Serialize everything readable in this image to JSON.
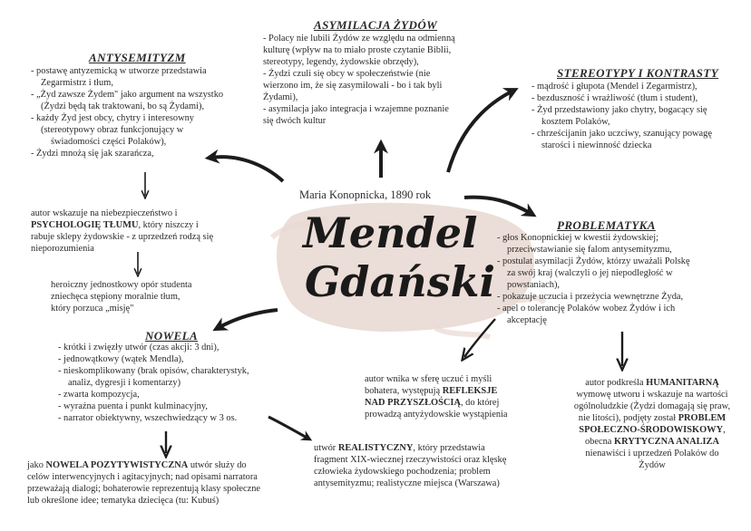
{
  "center": {
    "author_line": "Maria Konopnicka, 1890 rok",
    "title_line1": "Mendel",
    "title_line2": "Gdański",
    "blob_color": "#e9d9d3"
  },
  "antysemityzm": {
    "title": "ANTYSEMITYZM",
    "items": [
      "- postawę antyzemicką w utworze przedstawia",
      "Zegarmistrz i tłum,",
      "- „Żyd zawsze Żydem\" jako argument na wszystko",
      "(Żydzi będą tak traktowani, bo są Żydami),",
      "- każdy Żyd jest obcy, chytry i interesowny",
      "(stereotypowy obraz funkcjonujący w",
      "świadomości części Polaków),",
      "- Żydzi mnożą się jak szarańcza,"
    ]
  },
  "asymilacja": {
    "title": "ASYMILACJA ŻYDÓW",
    "items": [
      "- Polacy nie lubili Żydów ze względu na odmienną",
      "kulturę (wpływ na to miało proste czytanie Biblii,",
      "stereotypy, legendy, żydowskie obrzędy),",
      "- Żydzi czuli się obcy w społeczeństwie (nie",
      "wierzono im, że się zasymilowali - bo i tak byli",
      "Żydami),",
      "- asymilacja jako integracja i wzajemne poznanie",
      "się dwóch kultur"
    ]
  },
  "stereotypy": {
    "title": "STEREOTYPY I KONTRASTY",
    "items": [
      "- mądrość i głupota (Mendel i Zegarmistrz),",
      "- bezduszność i wrażliwość (tłum i student),",
      "- Żyd przedstawiony jako chytry, bogacący się",
      "kosztem Polaków,",
      "- chrześcijanin jako uczciwy, szanujący powagę",
      "starości i niewinność dziecka"
    ]
  },
  "psychologia": {
    "line1": "autor wskazuje na niebezpieczeństwo i",
    "bold": "PSYCHOLOGIĘ TŁUMU",
    "line2_rest": ", który niszczy i",
    "line3": "rabuje sklepy żydowskie - z uprzedzeń rodzą się",
    "line4": "nieporozumienia"
  },
  "student": {
    "lines": [
      "heroiczny jednostkowy opór studenta",
      "zniechęca stępiony moralnie tłum,",
      "który porzuca „misję\""
    ]
  },
  "problematyka": {
    "title": "PROBLEMATYKA",
    "items": [
      "- głos Konopnickiej w kwestii żydowskiej;",
      "przeciwstawianie się falom antysemityzmu,",
      "- postulat asymilacji Żydów, którzy uważali Polskę",
      "za swój kraj (walczyli o jej niepodległość w",
      "powstaniach),",
      "- pokazuje uczucia i przeżycia wewnętrzne Żyda,",
      "- apel o tolerancję Polaków wobez Żydów i ich",
      "akceptację"
    ]
  },
  "nowela": {
    "title": "NOWELA",
    "items": [
      "- krótki i zwięzły utwór (czas akcji: 3 dni),",
      "- jednowątkowy (wątek Mendla),",
      "- nieskomplikowany (brak opisów, charakterystyk,",
      "analiz, dygresji i komentarzy)",
      "- zwarta kompozycja,",
      "- wyraźna puenta i punkt kulminacyjny,",
      "- narrator obiektywny, wszechwiedzący w 3 os."
    ]
  },
  "refleksje": {
    "l1": "autor wnika w sferę uczuć i myśli",
    "l2a": "bohatera, występują ",
    "l2b": "REFLEKSJE",
    "l3b": "NAD PRZYSZŁOŚCIĄ",
    "l3c": ", do której",
    "l4": "prowadzą antyżydowskie wystąpienia"
  },
  "humanitarna": {
    "l1a": "autor podkreśla ",
    "l1b": "HUMANITARNĄ",
    "l2": "wymowę utworu i wskazuje na wartości",
    "l3": "ogólnoludzkie (Żydzi domagają się praw,",
    "l4a": "nie litości), podjęty został ",
    "l4b": "PROBLEM",
    "l5b": "SPOŁECZNO-ŚRODOWISKOWY",
    "l5c": ",",
    "l6a": "obecna ",
    "l6b": "KRYTYCZNA ANALIZA",
    "l7": "nienawiści i uprzedzeń Polaków do",
    "l8": "Żydów"
  },
  "pozytywistyczna": {
    "l1a": "jako ",
    "l1b": "NOWELA POZYTYWISTYCZNA",
    "l1c": " utwór służy do",
    "l2": "celów interwencyjnych i agitacyjnych; nad opisami narratora",
    "l3": "przeważają dialogi; bohaterowie reprezentują klasy społeczne",
    "l4": "lub określone idee; tematyka dziecięca (tu: Kubuś)"
  },
  "realistyczny": {
    "l1a": "utwór ",
    "l1b": "REALISTYCZNY",
    "l1c": ", który przedstawia",
    "l2": "fragment XIX-wiecznej rzeczywistości oraz klęskę",
    "l3": "człowieka żydowskiego pochodzenia; problem",
    "l4": "antysemityzmu; realistyczne miejsca (Warszawa)"
  },
  "colors": {
    "text": "#2b2b2b",
    "arrow": "#1c1c1c",
    "blob": "#e9d9d3"
  }
}
